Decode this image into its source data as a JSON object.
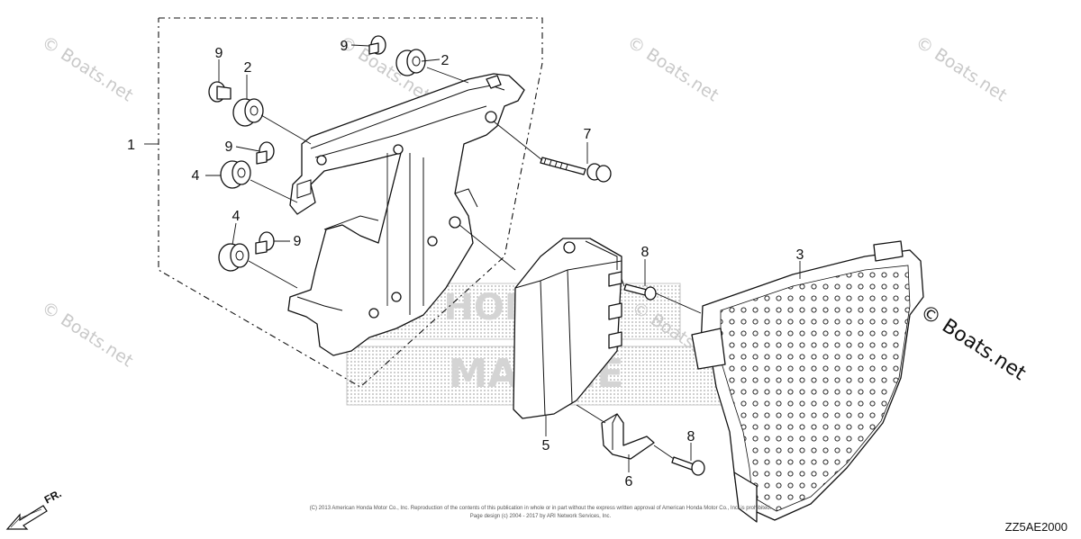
{
  "diagram_code": "ZZ5AE2000",
  "front_marker": "FR.",
  "copyright_line1": "(C) 2013 American Honda Motor Co., Inc. Reproduction of the contents of this publication in whole or in part without the express written approval of American Honda Motor Co., Inc. is prohibited.",
  "copyright_line2": "Page design (c) 2004 - 2017 by ARI Network Services, Inc.",
  "watermarks": [
    "© Boats.net",
    "© Boats.net",
    "© Boats.net",
    "© Boats.net",
    "© Boats.net",
    "© Boats.net",
    "© Boats.net"
  ],
  "brand_logo_words": [
    "HONDA",
    "MARINE"
  ],
  "callouts": {
    "c1": "1",
    "c2a": "2",
    "c2b": "2",
    "c3": "3",
    "c4a": "4",
    "c4b": "4",
    "c5": "5",
    "c6": "6",
    "c7": "7",
    "c8a": "8",
    "c8b": "8",
    "c9a": "9",
    "c9b": "9",
    "c9c": "9",
    "c9d": "9"
  },
  "colors": {
    "line": "#111111",
    "watermark": "#c9c9c9",
    "background": "#ffffff"
  }
}
